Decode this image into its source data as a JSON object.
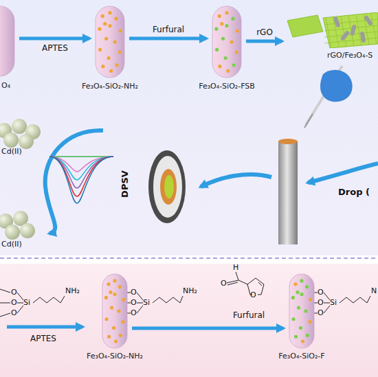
{
  "diagram": {
    "nodes": [
      {
        "text": [
          "O₄"
        ]
      },
      {
        "text": [
          "Fe₃O₄-SiO₂-NH₂"
        ]
      },
      {
        "text": [
          "Fe₃O₄-SiO₂-FSB"
        ]
      },
      {
        "text": [
          "rGO/Fe₃O₄-S"
        ]
      },
      {
        "text": [
          "Fe₃O₄-SiO₂-NH₂"
        ]
      },
      {
        "text": [
          "Fe₃O₄-SiO₂-F"
        ]
      }
    ],
    "edges": [
      {
        "from": 0,
        "to": 1,
        "arrow": "to",
        "label": "APTES"
      },
      {
        "from": 1,
        "to": 2,
        "arrow": "to",
        "label": "Furfural"
      },
      {
        "from": 2,
        "to": 3,
        "arrow": "to",
        "label": "rGO"
      },
      {
        "from": 4,
        "to": 5,
        "arrow": "to",
        "label": "Furfural"
      }
    ],
    "labels": [
      "Cd(II)",
      "Cd(II)",
      "DPSV",
      "Drop (",
      "O",
      "O",
      "O",
      "Si",
      "NH₂",
      "APTES",
      "O",
      "O",
      "O",
      "Si",
      "NH₂",
      "H",
      "O",
      "O",
      "O",
      "O",
      "O",
      "Si",
      "N"
    ]
  }
}
